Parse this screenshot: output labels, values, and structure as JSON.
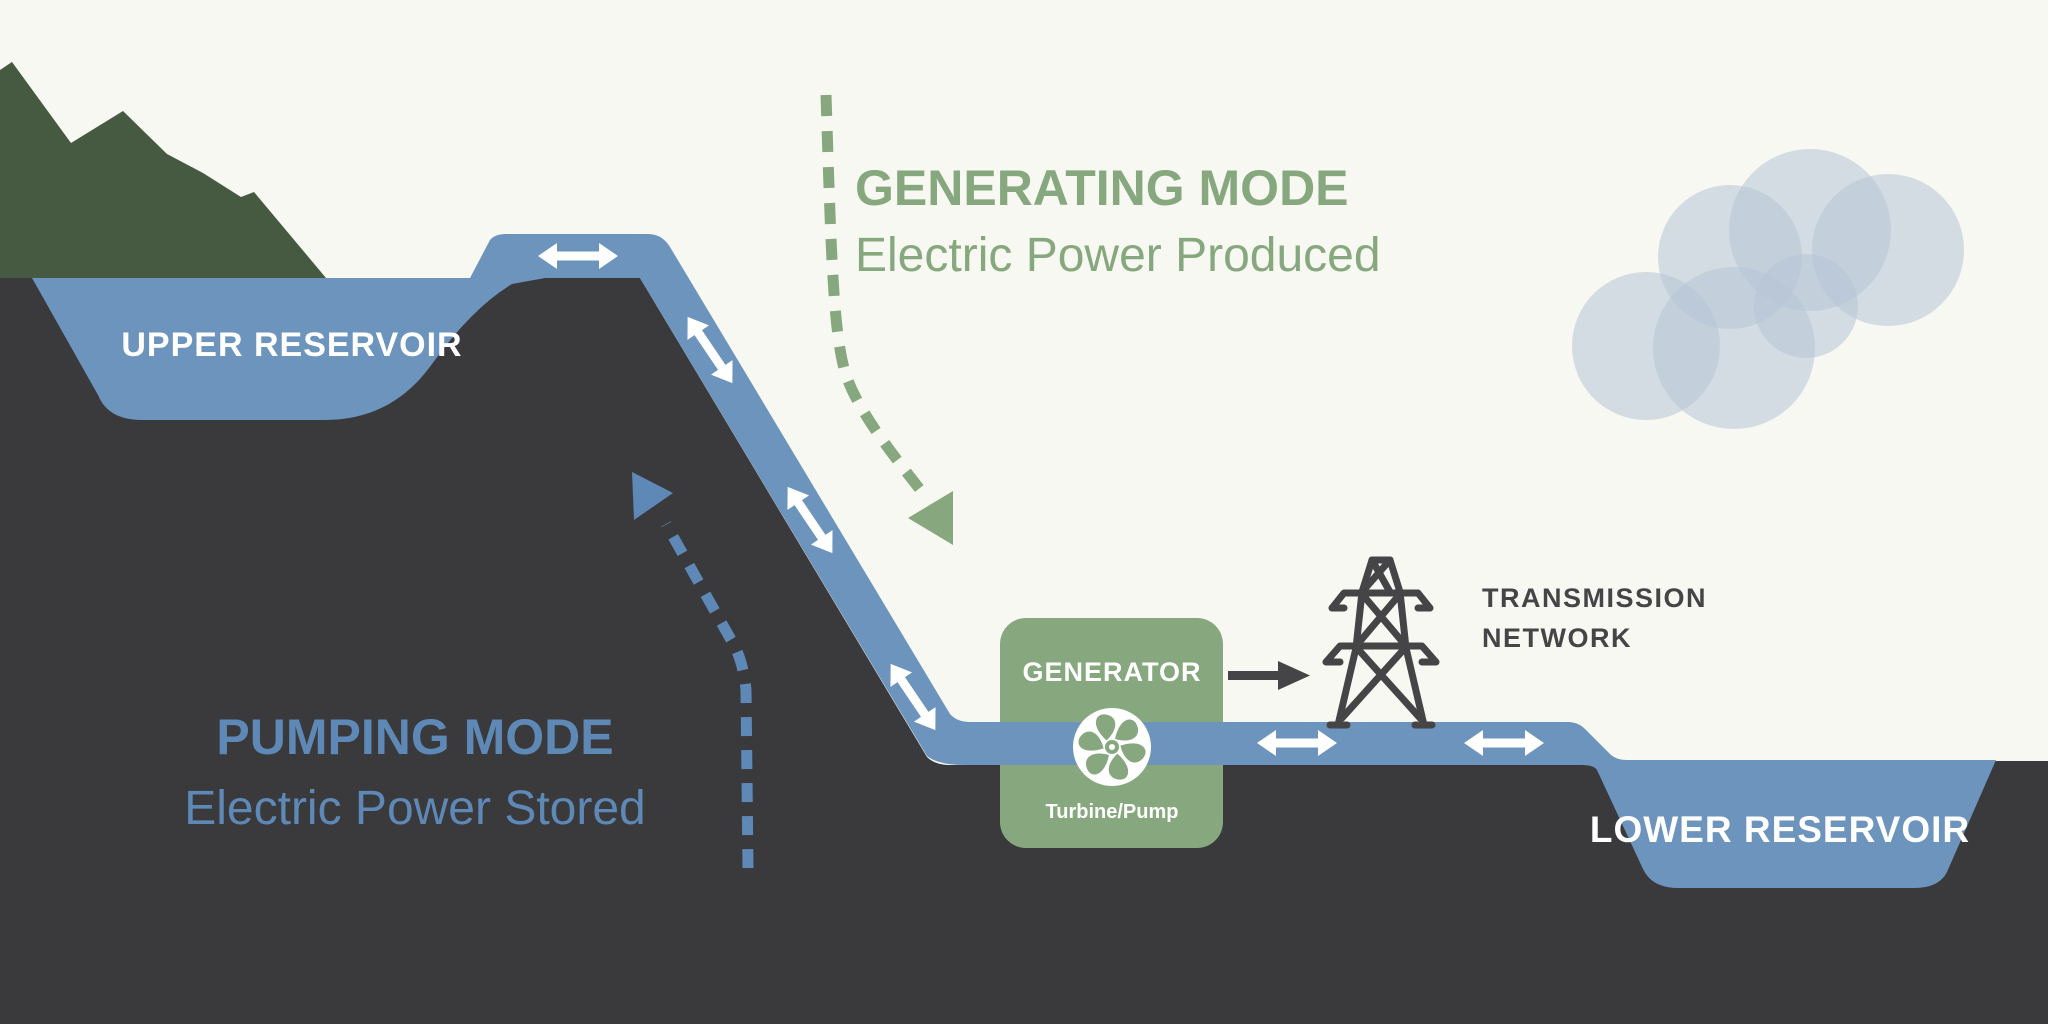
{
  "title": "Pumped storage hydropower diagram",
  "labels": {
    "upper_reservoir": "UPPER RESERVOIR",
    "lower_reservoir": "LOWER RESERVOIR",
    "generating_title": "GENERATING MODE",
    "generating_subtitle": "Electric Power Produced",
    "pumping_title": "PUMPING MODE",
    "pumping_subtitle": "Electric Power Stored",
    "generator_title": "GENERATOR",
    "generator_sublabel": "Turbine/Pump",
    "transmission_line1": "TRANSMISSION",
    "transmission_line2": "NETWORK"
  },
  "icons": {
    "turbine_pump": "turbine-fan-icon",
    "transmission_tower": "electricity-pylon-icon",
    "cloud": "cloud-icon",
    "flow_arrows": "double-headed-arrow-icon",
    "generating_flow": "dashed-arrow-down-left-icon",
    "pumping_flow": "dashed-arrow-up-left-icon",
    "power_output": "arrow-right-icon"
  },
  "colors": {
    "sky": "#F7F8F1",
    "ground": "#3A3A3C",
    "mountain": "#465A41",
    "water": "#6D94BC",
    "green_accent": "#87A77E",
    "blue_accent": "#5E88B5",
    "dark_accent": "#454547",
    "cloud": "#B6C4D6",
    "white": "#FFFFFF"
  }
}
